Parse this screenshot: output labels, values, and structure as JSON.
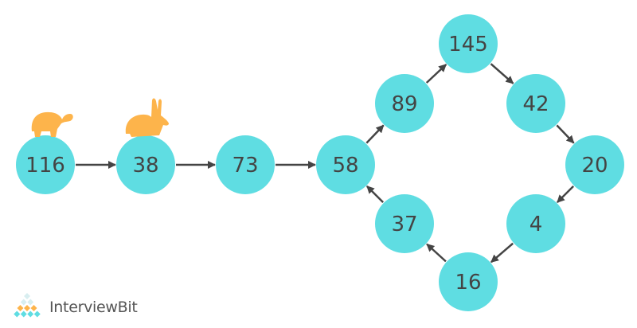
{
  "colors": {
    "node": "#5FDDE2",
    "text": "#444444",
    "arrow": "#444444",
    "animal": "#FDB44B",
    "logo_teal": "#5FDDE2",
    "logo_orange": "#FDB44B"
  },
  "nodes": [
    {
      "id": "n116",
      "label": "116"
    },
    {
      "id": "n38",
      "label": "38"
    },
    {
      "id": "n73",
      "label": "73"
    },
    {
      "id": "n58",
      "label": "58"
    },
    {
      "id": "n89",
      "label": "89"
    },
    {
      "id": "n145",
      "label": "145"
    },
    {
      "id": "n42",
      "label": "42"
    },
    {
      "id": "n20",
      "label": "20"
    },
    {
      "id": "n4",
      "label": "4"
    },
    {
      "id": "n16",
      "label": "16"
    },
    {
      "id": "n37",
      "label": "37"
    }
  ],
  "edges": [
    [
      "n116",
      "n38"
    ],
    [
      "n38",
      "n73"
    ],
    [
      "n73",
      "n58"
    ],
    [
      "n58",
      "n89"
    ],
    [
      "n89",
      "n145"
    ],
    [
      "n145",
      "n42"
    ],
    [
      "n42",
      "n20"
    ],
    [
      "n20",
      "n4"
    ],
    [
      "n4",
      "n16"
    ],
    [
      "n16",
      "n37"
    ],
    [
      "n37",
      "n58"
    ]
  ],
  "markers": [
    {
      "icon": "tortoise-icon",
      "on": "n116"
    },
    {
      "icon": "hare-icon",
      "on": "n38"
    }
  ],
  "logo": {
    "text": "InterviewBit"
  }
}
